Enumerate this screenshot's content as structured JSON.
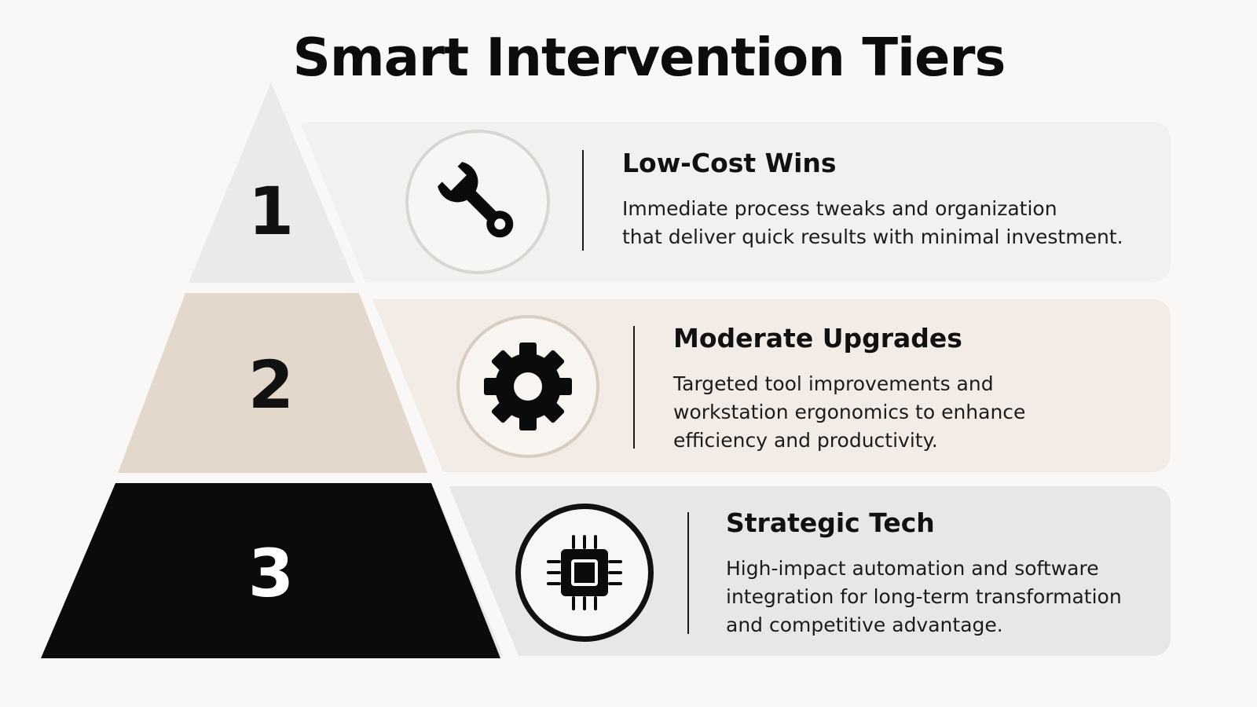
{
  "title": "Smart Intervention Tiers",
  "colors": {
    "tier_1_fill": "#ebeae8",
    "tier_2_fill": "#e4d8cc",
    "tier_3_fill": "#0b0b0b",
    "background": "#f9f8f7"
  },
  "tiers": [
    {
      "number": "1",
      "icon": "wrench-icon",
      "heading": "Low-Cost Wins",
      "description": "Immediate process tweaks and organization\nthat deliver quick results with minimal investment."
    },
    {
      "number": "2",
      "icon": "gear-icon",
      "heading": "Moderate Upgrades",
      "description": "Targeted tool improvements and\nworkstation ergonomics to enhance\nefficiency and productivity."
    },
    {
      "number": "3",
      "icon": "microchip-icon",
      "heading": "Strategic Tech",
      "description": "High-impact automation and software\nintegration for long-term transformation\nand competitive advantage."
    }
  ]
}
